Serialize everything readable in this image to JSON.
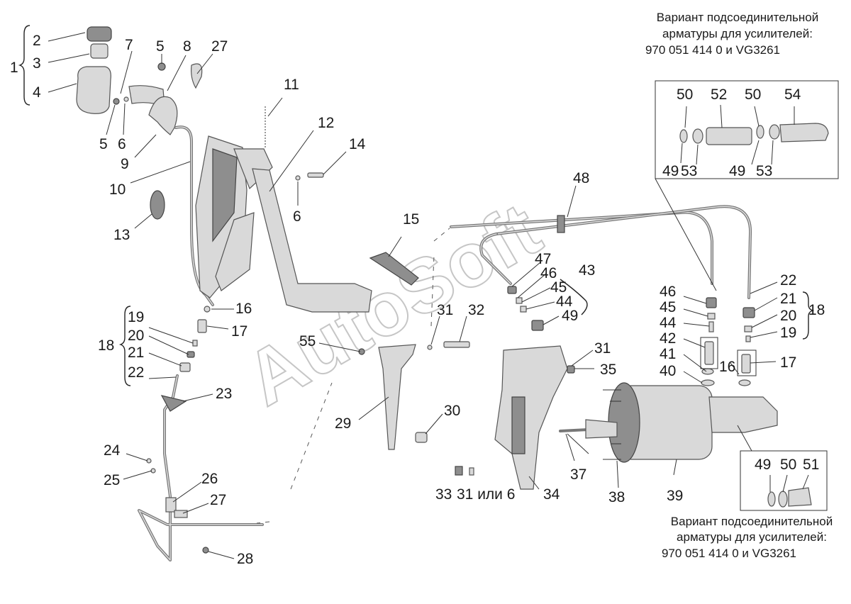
{
  "watermark": "AutoSoft",
  "captions": {
    "top": [
      "Вариант подсоединительной",
      "арматуры для усилителей:",
      "970 051 414 0 и VG3261"
    ],
    "bottom": [
      "Вариант подсоединительной",
      "арматуры для усилителей:",
      "970 051 414 0 и VG3261"
    ]
  },
  "labels": {
    "n1": "1",
    "n2": "2",
    "n3": "3",
    "n4": "4",
    "n5a": "5",
    "n5b": "5",
    "n6a": "6",
    "n6b": "6",
    "n7": "7",
    "n8": "8",
    "n9": "9",
    "n10": "10",
    "n11": "11",
    "n12": "12",
    "n13": "13",
    "n14": "14",
    "n15": "15",
    "n16a": "16",
    "n16b": "16",
    "n17a": "17",
    "n17b": "17",
    "n18a": "18",
    "n18b": "18",
    "n19a": "19",
    "n19b": "19",
    "n20a": "20",
    "n20b": "20",
    "n21a": "21",
    "n21b": "21",
    "n22a": "22",
    "n22b": "22",
    "n23": "23",
    "n24": "24",
    "n25": "25",
    "n26": "26",
    "n27a": "27",
    "n27b": "27",
    "n28": "28",
    "n29": "29",
    "n30": "30",
    "n31a": "31",
    "n31b": "31",
    "n31c": "31 или 6",
    "n32": "32",
    "n33": "33",
    "n34": "34",
    "n35": "35",
    "n37": "37",
    "n38": "38",
    "n39": "39",
    "n40": "40",
    "n41": "41",
    "n42": "42",
    "n43": "43",
    "n44a": "44",
    "n44b": "44",
    "n45a": "45",
    "n45b": "45",
    "n46a": "46",
    "n46b": "46",
    "n47": "47",
    "n48": "48",
    "n49a": "49",
    "n49b": "49",
    "n49c": "49",
    "n49d": "49",
    "n50a": "50",
    "n50b": "50",
    "n50c": "50",
    "n51": "51",
    "n52": "52",
    "n53a": "53",
    "n53b": "53",
    "n54": "54",
    "n55": "55"
  },
  "colors": {
    "part": "#d9d9d9",
    "dark": "#8e8e8e",
    "line": "#333333"
  }
}
